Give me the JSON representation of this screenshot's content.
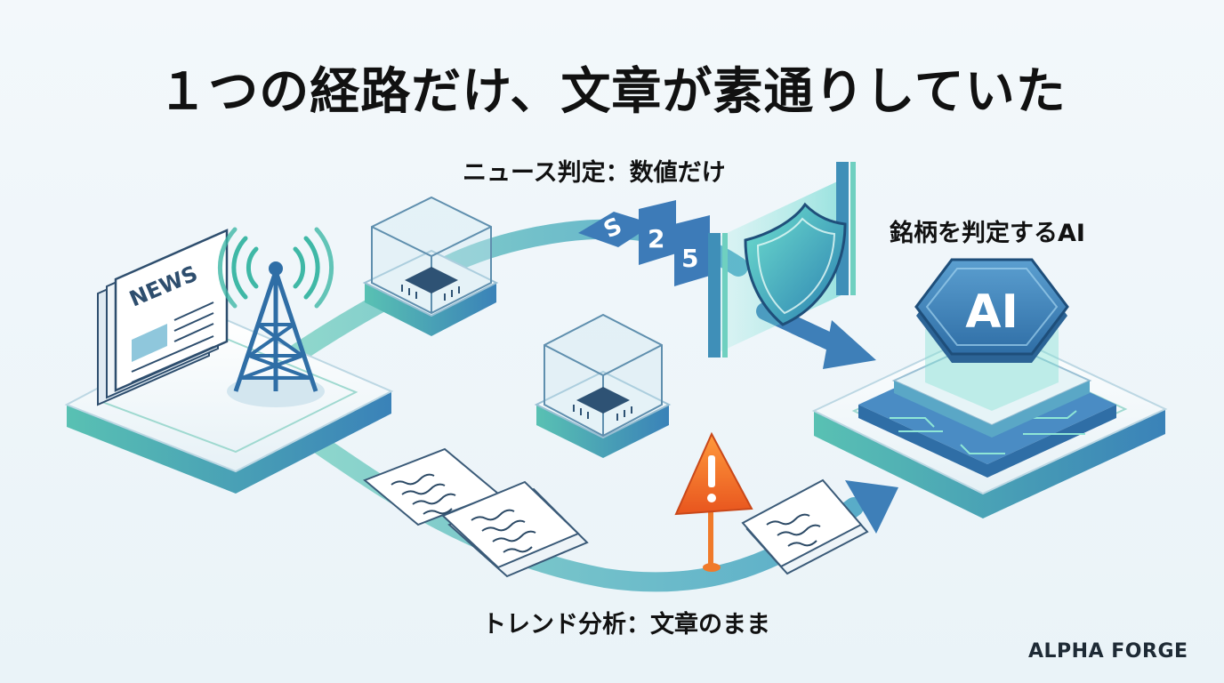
{
  "title": "１つの経路だけ、文章が素通りしていた",
  "labels": {
    "numeric_route": "ニュース判定：数値だけ",
    "text_route": "トレンド分析：文章のまま",
    "target": "銘柄を判定するAI"
  },
  "icons": {
    "news_text": "NEWS",
    "ai_text": "AI",
    "tokens": [
      "S",
      "2",
      "5"
    ]
  },
  "brand": "ALPHA FORGE",
  "colors": {
    "teal": "#3fb8a6",
    "blue": "#3d7bb8",
    "warning": "#f07a2a"
  }
}
